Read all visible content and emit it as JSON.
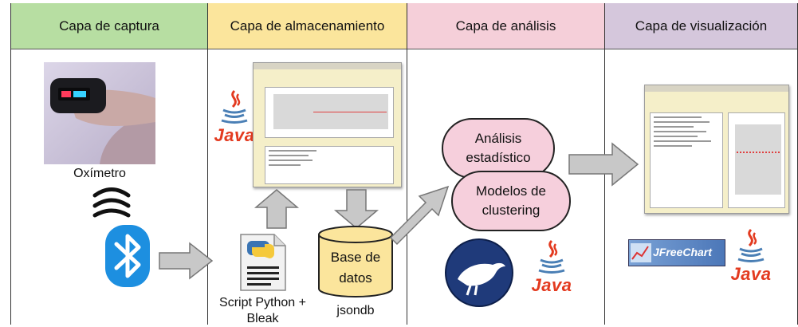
{
  "columns": [
    {
      "header": "Capa de captura",
      "color": "#b7dea2"
    },
    {
      "header": "Capa de almacenamiento",
      "color": "#fbe59c"
    },
    {
      "header": "Capa de análisis",
      "color": "#f5cfd9"
    },
    {
      "header": "Capa de visualización",
      "color": "#d5c7dc"
    }
  ],
  "capture": {
    "oximeter_label": "Oxímetro"
  },
  "storage": {
    "java_label": "Java",
    "script_label_line1": "Script Python +",
    "script_label_line2": "Bleak",
    "db_line1": "Base de",
    "db_line2": "datos",
    "db_name": "jsondb"
  },
  "analysis": {
    "bubble1_line1": "Análisis",
    "bubble1_line2": "estadístico",
    "bubble2_line1": "Modelos de",
    "bubble2_line2": "clustering",
    "java_label": "Java"
  },
  "visualization": {
    "jfreechart_label": "JFreeChart",
    "java_label": "Java"
  },
  "colors": {
    "bubble": "#f6cfdc",
    "cylinder": "#fbe59c",
    "arrow": "#c8c8c8",
    "bluetooth": "#1d8fe0",
    "java_red": "#e33a1f",
    "java_blue": "#4a7fb5"
  }
}
